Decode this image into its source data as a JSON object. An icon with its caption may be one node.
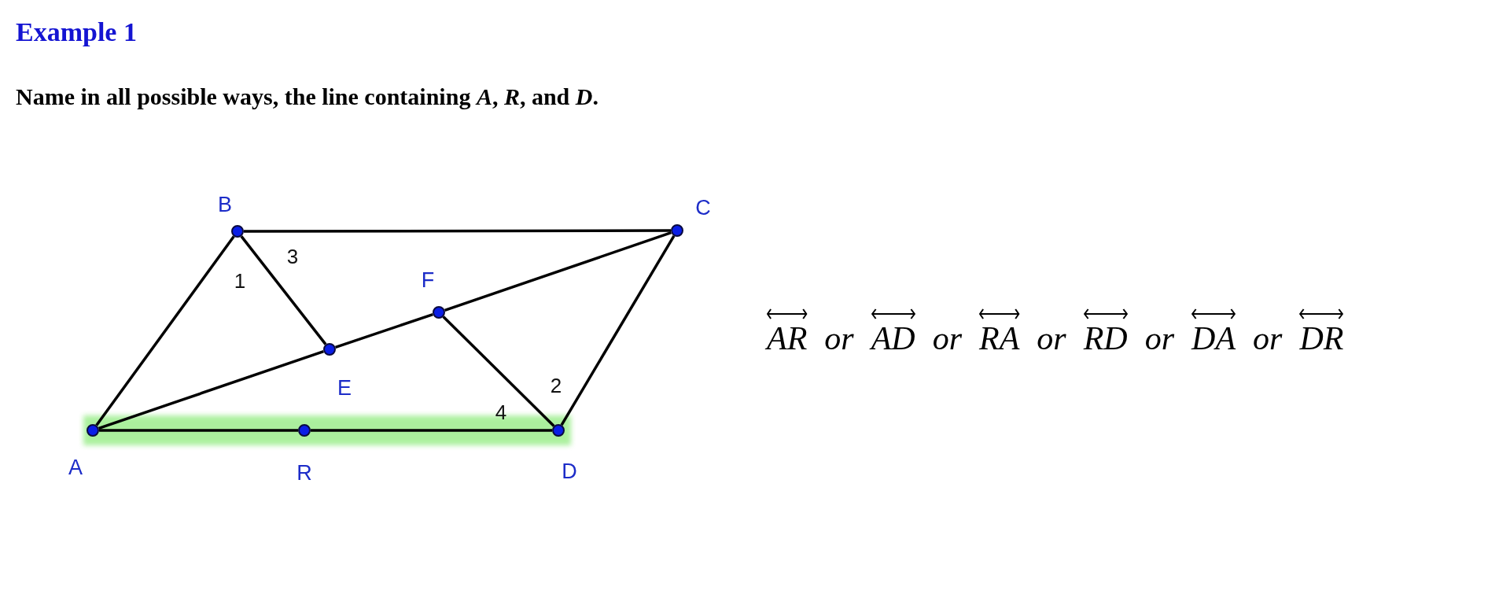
{
  "diagram": {
    "title": "Example 1",
    "caption": "Name in all possible ways, the line containing *A*, *R*, and *D*.",
    "nodes": [
      {
        "text": [],
        "shape": "circle",
        "beside": [
          "B"
        ]
      },
      {
        "text": [],
        "shape": "circle",
        "beside": [
          "C"
        ]
      },
      {
        "text": [],
        "shape": "circle",
        "beside": [
          "F"
        ]
      },
      {
        "text": [],
        "shape": "circle",
        "beside": [
          "E"
        ]
      },
      {
        "text": [],
        "shape": "circle",
        "beside": [
          "A"
        ]
      },
      {
        "text": [],
        "shape": "circle",
        "beside": [
          "R"
        ]
      },
      {
        "text": [],
        "shape": "circle",
        "beside": [
          "D"
        ]
      }
    ],
    "edges": [
      {
        "from": 4,
        "to": 0,
        "arrow": "none"
      },
      {
        "from": 0,
        "to": 1,
        "arrow": "none"
      },
      {
        "from": 1,
        "to": 6,
        "arrow": "none"
      },
      {
        "from": 4,
        "to": 5,
        "arrow": "none"
      },
      {
        "from": 5,
        "to": 6,
        "arrow": "none"
      },
      {
        "from": 4,
        "to": 3,
        "arrow": "none"
      },
      {
        "from": 3,
        "to": 2,
        "arrow": "none"
      },
      {
        "from": 2,
        "to": 1,
        "arrow": "none"
      },
      {
        "from": 0,
        "to": 3,
        "arrow": "none"
      },
      {
        "from": 2,
        "to": 6,
        "arrow": "none"
      }
    ],
    "labels": [
      "3",
      "1",
      "2",
      "4",
      "AR",
      "or",
      "AD",
      "or",
      "RA",
      "or",
      "RD",
      "or",
      "DA",
      "or",
      "DR"
    ]
  }
}
